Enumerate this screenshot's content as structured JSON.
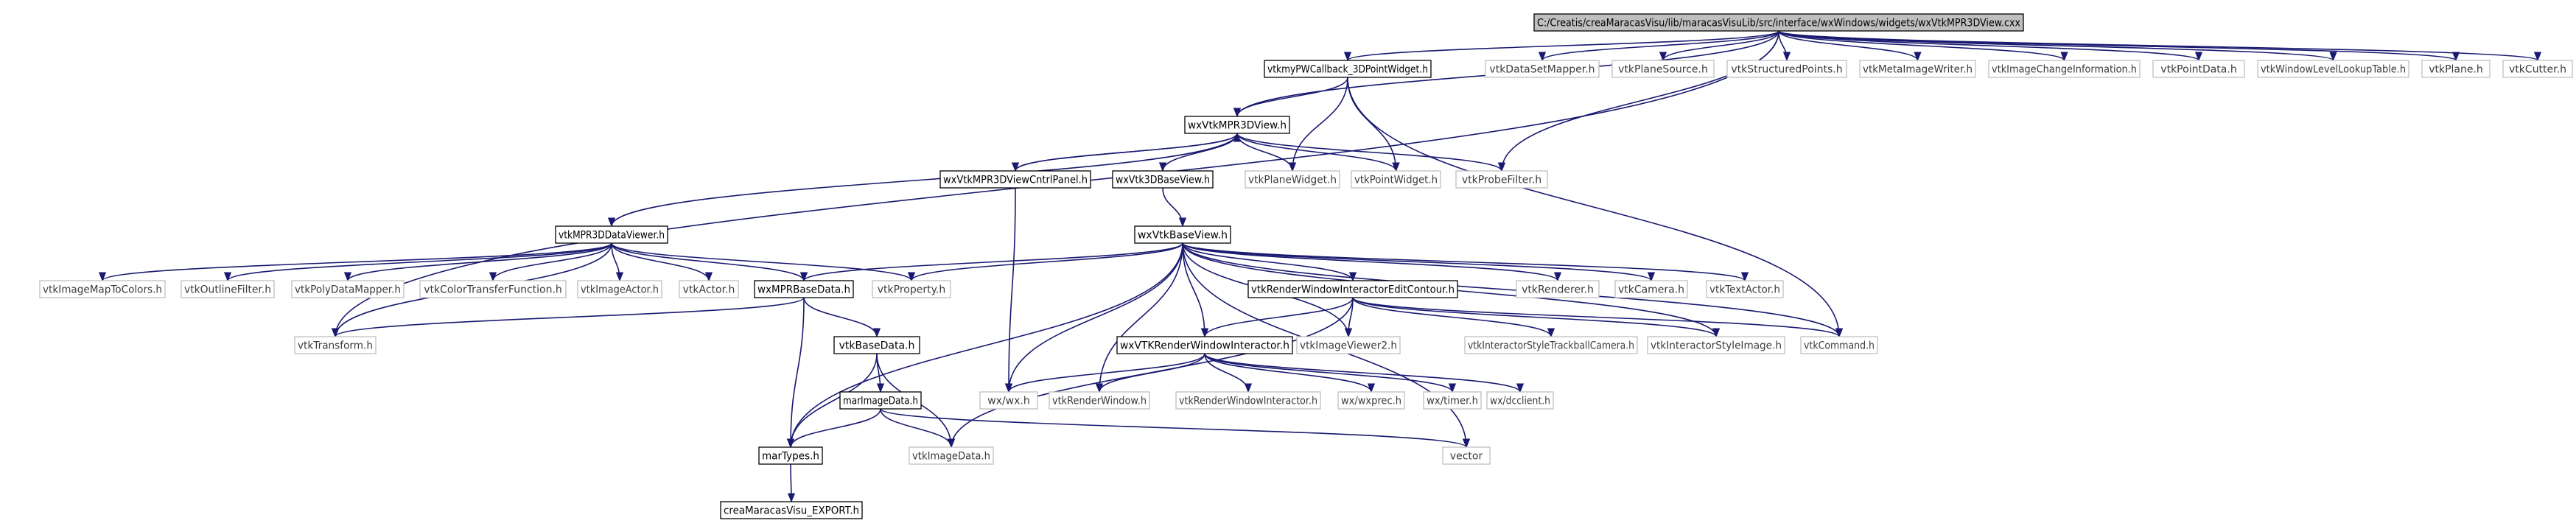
{
  "nodes": [
    {
      "id": "root",
      "label": "C:/Creatis/creaMaracasVisu/lib/maracasVisuLib/src/interface/wxWindows/widgets/wxVtkMPR3DView.cxx",
      "kind": "root"
    },
    {
      "id": "pwcb",
      "label": "vtkmyPWCallback_3DPointWidget.h",
      "kind": "doc"
    },
    {
      "id": "dsm",
      "label": "vtkDataSetMapper.h",
      "kind": "ext"
    },
    {
      "id": "planesrc",
      "label": "vtkPlaneSource.h",
      "kind": "ext"
    },
    {
      "id": "structpts",
      "label": "vtkStructuredPoints.h",
      "kind": "ext"
    },
    {
      "id": "metaw",
      "label": "vtkMetaImageWriter.h",
      "kind": "ext"
    },
    {
      "id": "imgchg",
      "label": "vtkImageChangeInformation.h",
      "kind": "ext"
    },
    {
      "id": "pointdata",
      "label": "vtkPointData.h",
      "kind": "ext"
    },
    {
      "id": "wllt",
      "label": "vtkWindowLevelLookupTable.h",
      "kind": "ext"
    },
    {
      "id": "plane",
      "label": "vtkPlane.h",
      "kind": "ext"
    },
    {
      "id": "cutter",
      "label": "vtkCutter.h",
      "kind": "ext"
    },
    {
      "id": "mpr3dview",
      "label": "wxVtkMPR3DView.h",
      "kind": "doc"
    },
    {
      "id": "ctrl",
      "label": "wxVtkMPR3DViewCntrlPanel.h",
      "kind": "doc"
    },
    {
      "id": "base3d",
      "label": "wxVtk3DBaseView.h",
      "kind": "doc"
    },
    {
      "id": "planew",
      "label": "vtkPlaneWidget.h",
      "kind": "ext"
    },
    {
      "id": "pointw",
      "label": "vtkPointWidget.h",
      "kind": "ext"
    },
    {
      "id": "probe",
      "label": "vtkProbeFilter.h",
      "kind": "ext"
    },
    {
      "id": "dataviewer",
      "label": "vtkMPR3DDataViewer.h",
      "kind": "doc"
    },
    {
      "id": "baseview",
      "label": "wxVtkBaseView.h",
      "kind": "doc"
    },
    {
      "id": "imc",
      "label": "vtkImageMapToColors.h",
      "kind": "ext"
    },
    {
      "id": "outline",
      "label": "vtkOutlineFilter.h",
      "kind": "ext"
    },
    {
      "id": "polymap",
      "label": "vtkPolyDataMapper.h",
      "kind": "ext"
    },
    {
      "id": "ctf",
      "label": "vtkColorTransferFunction.h",
      "kind": "ext"
    },
    {
      "id": "imgactor",
      "label": "vtkImageActor.h",
      "kind": "ext"
    },
    {
      "id": "actor",
      "label": "vtkActor.h",
      "kind": "ext"
    },
    {
      "id": "mprbase",
      "label": "wxMPRBaseData.h",
      "kind": "doc"
    },
    {
      "id": "prop",
      "label": "vtkProperty.h",
      "kind": "ext"
    },
    {
      "id": "rwiec",
      "label": "vtkInteractorStyleImage.h",
      "kind": "ext",
      "placeholder": true
    },
    {
      "id": "rwiecx",
      "label": "vtkRenderWindowInteractorEditContour.h",
      "kind": "doc"
    },
    {
      "id": "renderer",
      "label": "vtkRenderer.h",
      "kind": "ext"
    },
    {
      "id": "camera",
      "label": "vtkCamera.h",
      "kind": "ext"
    },
    {
      "id": "textactor",
      "label": "vtkTextActor.h",
      "kind": "ext"
    },
    {
      "id": "transform",
      "label": "vtkTransform.h",
      "kind": "ext"
    },
    {
      "id": "basedata",
      "label": "vtkBaseData.h",
      "kind": "doc"
    },
    {
      "id": "wxvtkrwi",
      "label": "wxVTKRenderWindowInteractor.h",
      "kind": "doc"
    },
    {
      "id": "viewer2",
      "label": "vtkImageViewer2.h",
      "kind": "ext"
    },
    {
      "id": "trackball",
      "label": "vtkInteractorStyleTrackballCamera.h",
      "kind": "ext"
    },
    {
      "id": "isimage",
      "label": "vtkInteractorStyleImage.h",
      "kind": "ext"
    },
    {
      "id": "command",
      "label": "vtkCommand.h",
      "kind": "ext"
    },
    {
      "id": "wxwx",
      "label": "wx/wx.h",
      "kind": "ext"
    },
    {
      "id": "renwin",
      "label": "vtkRenderWindow.h",
      "kind": "ext"
    },
    {
      "id": "renwinint",
      "label": "vtkRenderWindowInteractor.h",
      "kind": "ext"
    },
    {
      "id": "wxprec",
      "label": "wx/wxprec.h",
      "kind": "ext"
    },
    {
      "id": "wxtimer",
      "label": "wx/timer.h",
      "kind": "ext"
    },
    {
      "id": "dcclient",
      "label": "wx/dcclient.h",
      "kind": "ext"
    },
    {
      "id": "marimage",
      "label": "marImageData.h",
      "kind": "doc"
    },
    {
      "id": "martypes",
      "label": "marTypes.h",
      "kind": "doc"
    },
    {
      "id": "imagedata",
      "label": "vtkImageData.h",
      "kind": "ext"
    },
    {
      "id": "vector",
      "label": "vector",
      "kind": "ext"
    },
    {
      "id": "export",
      "label": "creaMaracasVisu_EXPORT.h",
      "kind": "doc"
    }
  ],
  "edges": [
    [
      "root",
      "pwcb"
    ],
    [
      "root",
      "dsm"
    ],
    [
      "root",
      "planesrc"
    ],
    [
      "root",
      "structpts"
    ],
    [
      "root",
      "metaw"
    ],
    [
      "root",
      "imgchg"
    ],
    [
      "root",
      "pointdata"
    ],
    [
      "root",
      "wllt"
    ],
    [
      "root",
      "plane"
    ],
    [
      "root",
      "cutter"
    ],
    [
      "root",
      "mpr3dview"
    ],
    [
      "root",
      "probe"
    ],
    [
      "root",
      "transform"
    ],
    [
      "pwcb",
      "mpr3dview"
    ],
    [
      "pwcb",
      "planew"
    ],
    [
      "pwcb",
      "pointw"
    ],
    [
      "pwcb",
      "command"
    ],
    [
      "mpr3dview",
      "ctrl"
    ],
    [
      "mpr3dview",
      "base3d"
    ],
    [
      "mpr3dview",
      "planew"
    ],
    [
      "mpr3dview",
      "pointw"
    ],
    [
      "mpr3dview",
      "probe"
    ],
    [
      "mpr3dview",
      "dataviewer"
    ],
    [
      "ctrl",
      "mpr3dview"
    ],
    [
      "ctrl",
      "wxwx"
    ],
    [
      "base3d",
      "baseview"
    ],
    [
      "dataviewer",
      "imc"
    ],
    [
      "dataviewer",
      "outline"
    ],
    [
      "dataviewer",
      "polymap"
    ],
    [
      "dataviewer",
      "ctf"
    ],
    [
      "dataviewer",
      "imgactor"
    ],
    [
      "dataviewer",
      "actor"
    ],
    [
      "dataviewer",
      "mprbase"
    ],
    [
      "dataviewer",
      "prop"
    ],
    [
      "dataviewer",
      "transform"
    ],
    [
      "baseview",
      "mprbase"
    ],
    [
      "baseview",
      "prop"
    ],
    [
      "baseview",
      "rwiecx"
    ],
    [
      "baseview",
      "renderer"
    ],
    [
      "baseview",
      "camera"
    ],
    [
      "baseview",
      "textactor"
    ],
    [
      "baseview",
      "wxwx"
    ],
    [
      "baseview",
      "renwin"
    ],
    [
      "baseview",
      "viewer2"
    ],
    [
      "baseview",
      "isimage"
    ],
    [
      "baseview",
      "command"
    ],
    [
      "baseview",
      "wxvtkrwi"
    ],
    [
      "baseview",
      "martypes"
    ],
    [
      "baseview",
      "vector"
    ],
    [
      "rwiecx",
      "wxvtkrwi"
    ],
    [
      "rwiecx",
      "viewer2"
    ],
    [
      "rwiecx",
      "trackball"
    ],
    [
      "rwiecx",
      "isimage"
    ],
    [
      "rwiecx",
      "command"
    ],
    [
      "rwiecx",
      "imagedata"
    ],
    [
      "mprbase",
      "basedata"
    ],
    [
      "mprbase",
      "transform"
    ],
    [
      "mprbase",
      "martypes"
    ],
    [
      "basedata",
      "marimage"
    ],
    [
      "basedata",
      "martypes"
    ],
    [
      "basedata",
      "imagedata"
    ],
    [
      "wxvtkrwi",
      "wxwx"
    ],
    [
      "wxvtkrwi",
      "renwin"
    ],
    [
      "wxvtkrwi",
      "renwinint"
    ],
    [
      "wxvtkrwi",
      "wxprec"
    ],
    [
      "wxvtkrwi",
      "wxtimer"
    ],
    [
      "wxvtkrwi",
      "dcclient"
    ],
    [
      "marimage",
      "martypes"
    ],
    [
      "marimage",
      "imagedata"
    ],
    [
      "marimage",
      "vector"
    ],
    [
      "martypes",
      "export"
    ]
  ]
}
